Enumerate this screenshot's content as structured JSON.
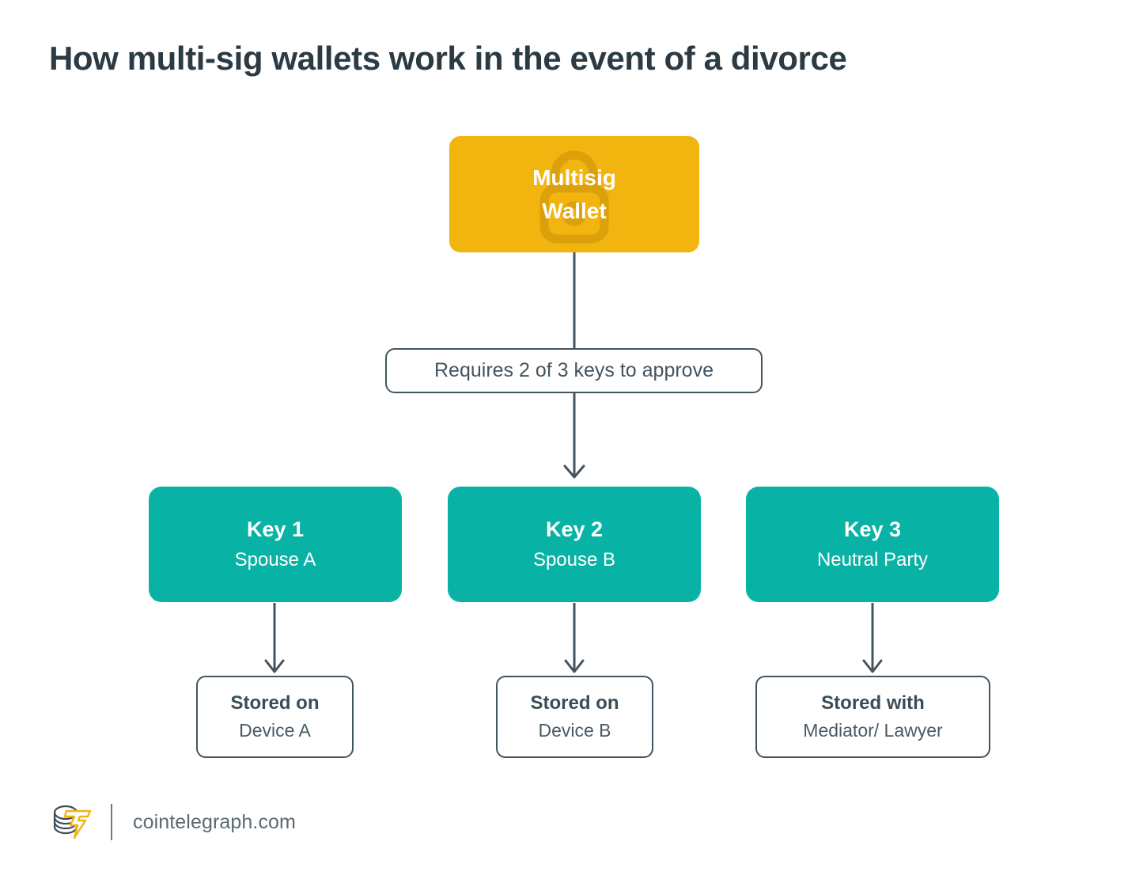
{
  "page": {
    "title": "How multi-sig wallets work in the event of a divorce",
    "background_color": "#ffffff"
  },
  "colors": {
    "accent_yellow": "#f2b40f",
    "accent_teal": "#08b3a5",
    "slate": "#44545f",
    "title_text": "#2b3a43",
    "white": "#ffffff"
  },
  "diagram": {
    "root": {
      "label": "Multisig\nWallet",
      "icon": "padlock-icon",
      "fill": "#f2b40f",
      "text_color": "#ffffff"
    },
    "condition": {
      "label": "Requires 2 of 3 keys to approve",
      "border_color": "#44545f",
      "text_color": "#44545f"
    },
    "keys": [
      {
        "title": "Key 1",
        "holder": "Spouse A"
      },
      {
        "title": "Key 2",
        "holder": "Spouse B"
      },
      {
        "title": "Key 3",
        "holder": "Neutral Party"
      }
    ],
    "storage": [
      {
        "title": "Stored on",
        "detail": "Device A"
      },
      {
        "title": "Stored on",
        "detail": "Device B"
      },
      {
        "title": "Stored with",
        "detail": "Mediator/ Lawyer"
      }
    ]
  },
  "footer": {
    "logo_name": "cointelegraph-logo-icon",
    "site": "cointelegraph.com"
  }
}
